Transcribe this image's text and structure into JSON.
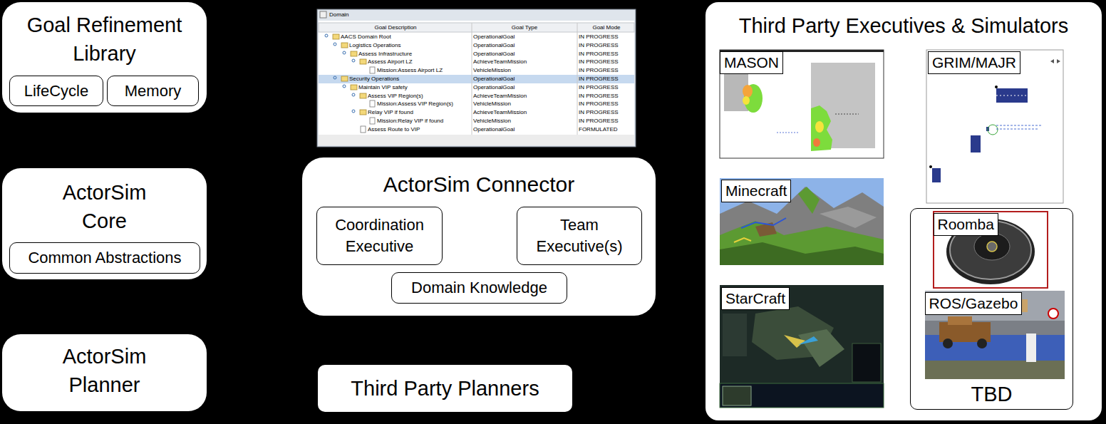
{
  "diagram": {
    "nodes": [
      {
        "text": [
          "Goal Refinement Library"
        ]
      },
      {
        "text": [
          "LifeCycle"
        ],
        "in": 0
      },
      {
        "text": [
          "Memory"
        ],
        "in": 0
      },
      {
        "text": [
          "ActorSim Core"
        ]
      },
      {
        "text": [
          "Common Abstractions"
        ],
        "in": 3
      },
      {
        "text": [
          "ActorSim Planner"
        ]
      },
      {
        "text": [
          "ActorSim Connector"
        ]
      },
      {
        "text": [
          "Coordination Executive"
        ],
        "in": 6
      },
      {
        "text": [
          "Team Executive(s)"
        ],
        "in": 6
      },
      {
        "text": [
          "Domain Knowledge"
        ],
        "in": 6
      },
      {
        "text": [
          "Third Party Planners"
        ]
      },
      {
        "text": [
          "Third Party Executives & Simulators"
        ]
      },
      {
        "text": [
          "MASON"
        ],
        "in": 11
      },
      {
        "text": [
          "GRIM/MAJR"
        ],
        "in": 11
      },
      {
        "text": [
          "Minecraft"
        ],
        "in": 11
      },
      {
        "text": [
          "StarCraft"
        ],
        "in": 11
      },
      {
        "text": [
          "TBD"
        ],
        "in": 11
      },
      {
        "text": [
          "Roomba"
        ],
        "in": 16
      },
      {
        "text": [
          "ROS/Gazebo"
        ],
        "in": 16
      }
    ],
    "labels": [
      "Domain",
      "Goal Description",
      "Goal Type",
      "Goal Mode",
      "AACS Domain Root",
      "OperationalGoal",
      "IN PROGRESS",
      "Logistics Operations",
      "OperationalGoal",
      "IN PROGRESS",
      "Assess Infrastructure",
      "OperationalGoal",
      "IN PROGRESS",
      "Assess Airport LZ",
      "AchieveTeamMission",
      "IN PROGRESS",
      "Mission:Assess Airport LZ",
      "VehicleMission",
      "IN PROGRESS",
      "Security Operations",
      "OperationalGoal",
      "IN PROGRESS",
      "Maintain VIP safety",
      "OperationalGoal",
      "IN PROGRESS",
      "Assess VIP Region(s)",
      "AchieveTeamMission",
      "IN PROGRESS",
      "Mission:Assess VIP Region(s)",
      "VehicleMission",
      "IN PROGRESS",
      "Relay VIP if found",
      "AchieveTeamMission",
      "IN PROGRESS",
      "Mission:Relay VIP if found",
      "VehicleMission",
      "IN PROGRESS",
      "Assess Route to VIP",
      "OperationalGoal",
      "FORMULATED"
    ]
  }
}
